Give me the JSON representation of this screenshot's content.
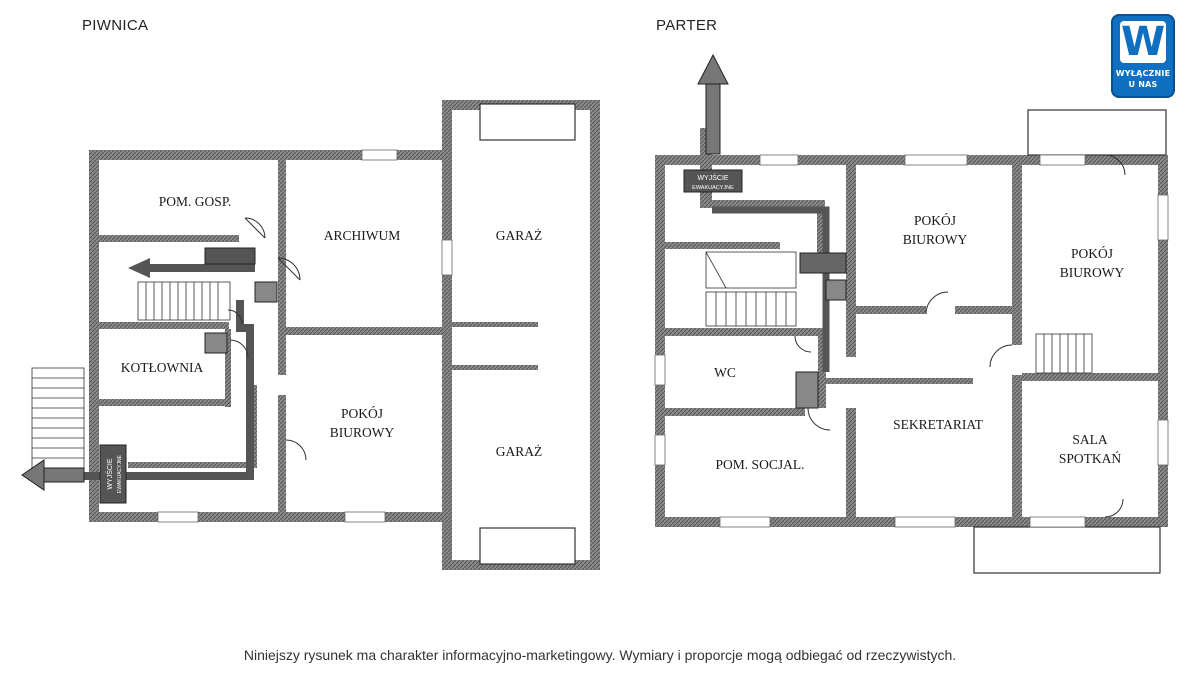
{
  "levels": {
    "basement": "PIWNICA",
    "ground": "PARTER"
  },
  "rooms": {
    "pom_gosp": "POM. GOSP.",
    "archiwum": "ARCHIWUM",
    "garaz_top": "GARAŻ",
    "garaz_bottom": "GARAŻ",
    "kotlownia": "KOTŁOWNIA",
    "pokoj_basement_1": "POKÓJ",
    "pokoj_basement_2": "BIUROWY",
    "pokoj_left_1": "POKÓJ",
    "pokoj_left_2": "BIUROWY",
    "pokoj_right_1": "POKÓJ",
    "pokoj_right_2": "BIUROWY",
    "wc": "WC",
    "pom_socjal": "POM. SOCJAL.",
    "sekretariat": "SEKRETARIAT",
    "sala_1": "SALA",
    "sala_2": "SPOTKAŃ"
  },
  "signs": {
    "exit_basement_1": "WYJŚCIE",
    "exit_basement_2": "EWAKUACYJNE",
    "exit_ground_1": "WYJŚCIE",
    "exit_ground_2": "EWAKUACYJNE"
  },
  "logo": {
    "letter": "W",
    "line1": "WYŁĄCZNIE",
    "line2": "U NAS",
    "color": "#0f6fc0"
  },
  "disclaimer": "Niniejszy rysunek ma charakter informacyjno-marketingowy. Wymiary i proporcje mogą odbiegać od rzeczywistych."
}
